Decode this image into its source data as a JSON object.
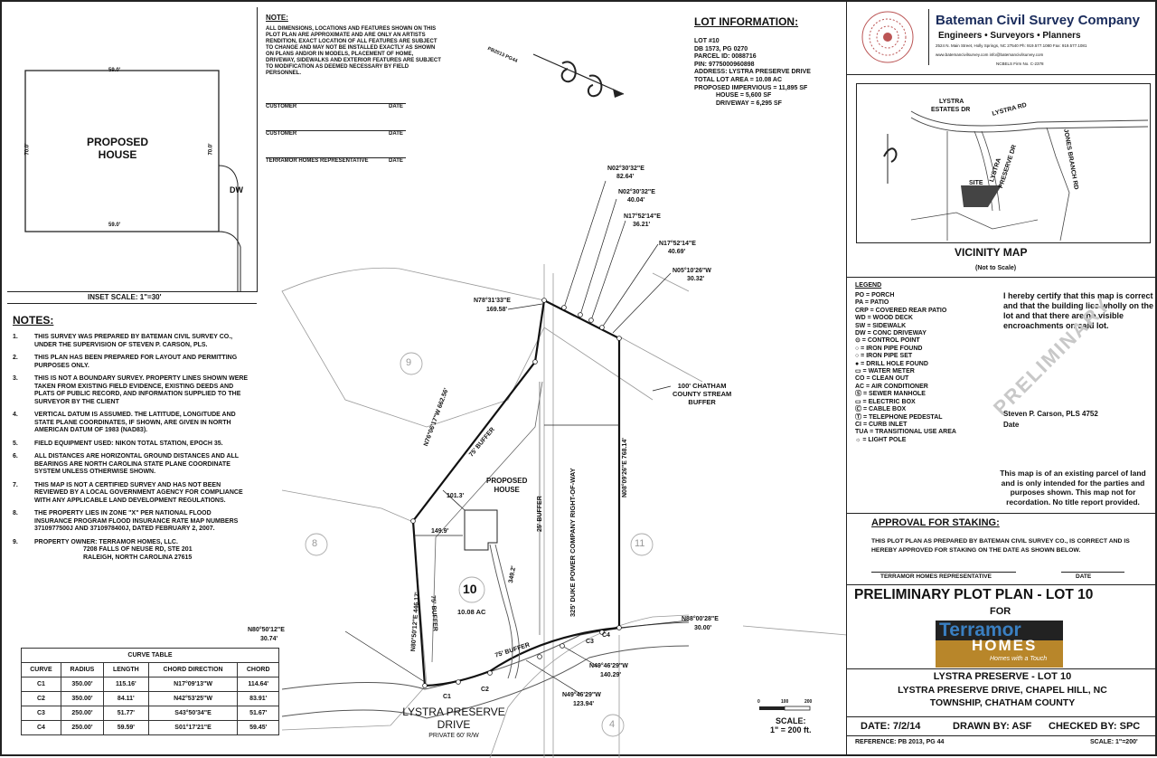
{
  "inset": {
    "house_label_1": "PROPOSED",
    "house_label_2": "HOUSE",
    "dim_top": "59.0'",
    "dim_bottom": "59.0'",
    "dim_left": "70.0'",
    "dim_right": "70.0'",
    "dw_label": "DW",
    "scale": "INSET SCALE: 1\"=30'"
  },
  "disclaimer": {
    "heading": "NOTE:",
    "text": "ALL DIMENSIONS, LOCATIONS AND FEATURES SHOWN ON THIS PLOT PLAN ARE APPROXIMATE AND ARE ONLY AN ARTISTS RENDITION, EXACT LOCATION OF ALL FEATURES ARE SUBJECT TO CHANGE AND MAY NOT BE INSTALLED EXACTLY AS SHOWN ON PLANS AND/OR IN MODELS, PLACEMENT OF HOME, DRIVEWAY, SIDEWALKS AND EXTERIOR FEATURES ARE SUBJECT TO MODIFICATION AS DEEMED NECESSARY BY FIELD PERSONNEL.",
    "sig_customer_1": "CUSTOMER",
    "sig_customer_2": "CUSTOMER",
    "sig_rep": "TERRAMOR HOMES REPRESENTATIVE",
    "sig_date": "DATE"
  },
  "lot_info": {
    "heading": "LOT INFORMATION:",
    "lines": [
      "LOT #10",
      "DB 1573, PG 0270",
      "PARCEL ID: 0088716",
      "PIN: 9775000960898",
      "ADDRESS: LYSTRA PRESERVE DRIVE",
      "TOTAL LOT AREA = 10.08 AC",
      "PROPOSED IMPERVIOUS = 11,895 SF"
    ],
    "house_line": "HOUSE = 5,600 SF",
    "driveway_line": "DRIVEWAY = 6,295 SF"
  },
  "north_label": "PB2013 PG44",
  "notes": {
    "heading": "NOTES:",
    "items": [
      {
        "num": "1.",
        "text": "THIS SURVEY WAS PREPARED BY BATEMAN CIVIL SURVEY CO., UNDER THE SUPERVISION OF STEVEN P. CARSON, PLS."
      },
      {
        "num": "2.",
        "text": "THIS PLAN HAS BEEN PREPARED FOR LAYOUT AND PERMITTING PURPOSES ONLY."
      },
      {
        "num": "3.",
        "text": "THIS IS NOT A BOUNDARY SURVEY. PROPERTY LINES SHOWN WERE TAKEN FROM EXISTING FIELD EVIDENCE, EXISTING DEEDS AND PLATS OF PUBLIC RECORD, AND INFORMATION SUPPLIED TO THE SURVEYOR BY THE CLIENT"
      },
      {
        "num": "4.",
        "text": "VERTICAL DATUM IS ASSUMED. THE LATITUDE, LONGITUDE AND STATE PLANE COORDINATES, IF SHOWN, ARE GIVEN IN NORTH AMERICAN DATUM OF 1983 (NAD83)."
      },
      {
        "num": "5.",
        "text": "FIELD EQUIPMENT USED: NIKON TOTAL STATION, EPOCH 35."
      },
      {
        "num": "6.",
        "text": "ALL DISTANCES ARE HORIZONTAL GROUND DISTANCES AND ALL BEARINGS ARE NORTH CAROLINA STATE PLANE COORDINATE SYSTEM UNLESS OTHERWISE SHOWN."
      },
      {
        "num": "7.",
        "text": "THIS MAP IS NOT A CERTIFIED SURVEY AND HAS NOT BEEN REVIEWED BY A LOCAL GOVERNMENT AGENCY FOR COMPLIANCE WITH ANY APPLICABLE LAND DEVELOPMENT REGULATIONS."
      },
      {
        "num": "8.",
        "text": "THE PROPERTY LIES IN ZONE \"X\" PER NATIONAL FLOOD INSURANCE PROGRAM FLOOD INSURANCE RATE MAP NUMBERS 3710977500J AND 3710978400J, DATED FEBRUARY 2, 2007."
      },
      {
        "num": "9.",
        "text": "PROPERTY OWNER:  TERRAMOR HOMES, LLC."
      }
    ],
    "owner_addr_1": "7208 FALLS OF NEUSE RD, STE 201",
    "owner_addr_2": "RALEIGH, NORTH CAROLINA  27615"
  },
  "curve_table": {
    "title": "CURVE TABLE",
    "headers": [
      "CURVE",
      "RADIUS",
      "LENGTH",
      "CHORD DIRECTION",
      "CHORD"
    ],
    "rows": [
      [
        "C1",
        "350.00'",
        "115.16'",
        "N17°09'13\"W",
        "114.64'"
      ],
      [
        "C2",
        "350.00'",
        "84.11'",
        "N42°53'25\"W",
        "83.91'"
      ],
      [
        "C3",
        "250.00'",
        "51.77'",
        "S43°50'34\"E",
        "51.67'"
      ],
      [
        "C4",
        "250.00'",
        "59.59'",
        "S01°17'21\"E",
        "59.45'"
      ]
    ]
  },
  "plan": {
    "bearings": {
      "b1": "N02°30'32\"E",
      "b1d": "82.64'",
      "b2": "N02°30'32\"E",
      "b2d": "40.04'",
      "b3": "N17°52'14\"E",
      "b3d": "36.21'",
      "b4": "N17°52'14\"E",
      "b4d": "40.69'",
      "b5": "N05°10'26\"W",
      "b5d": "30.32'",
      "top": "N78°31'33\"E",
      "topd": "169.58'",
      "west": "N76°06'17\"W  662.56'",
      "east": "N08°09'26\"E  768.14'",
      "sw": "N80°50'12\"E  446.17'",
      "se": "N88°00'28\"E",
      "sed": "30.00'",
      "lowleft": "N80°50'12\"E",
      "lowleftd": "30.74'",
      "s1": "N49°46'29\"W",
      "s1d": "140.29'",
      "s2": "N49°46'29\"W",
      "s2d": "123.94'"
    },
    "lots": {
      "l9": "9",
      "l8": "8",
      "l11": "11",
      "l4": "4",
      "l10": "10",
      "acres": "10.08 AC"
    },
    "house": "PROPOSED",
    "house2": "HOUSE",
    "buffers": {
      "b75a": "75' BUFFER",
      "b75b": "75' BUFFER",
      "b75c": "75' BUFFER",
      "b25": "25' BUFFER"
    },
    "dims": {
      "d101": "101.3'",
      "d149": "149.9'",
      "dwy": "349.2'"
    },
    "row": "325' DUKE POWER COMPANY RIGHT-OF-WAY",
    "stream": {
      "l1": "100' CHATHAM",
      "l2": "COUNTY STREAM",
      "l3": "BUFFER"
    },
    "curves": {
      "c1": "C1",
      "c2": "C2",
      "c3": "C3",
      "c4": "C4"
    },
    "road": {
      "l1": "LYSTRA PRESERVE",
      "l2": "DRIVE",
      "l3": "PRIVATE 60' R/W"
    }
  },
  "scale": {
    "ticks": [
      "0",
      "100",
      "200"
    ],
    "label1": "SCALE:",
    "label2": "1\" = 200 ft."
  },
  "company": {
    "name": "Bateman Civil Survey Company",
    "sub": "Engineers • Surveyors • Planners",
    "addr": "2524 N. Main Street, Holly Springs, NC 27540  Ph: 919.577.1080  Fax: 919.577.1081",
    "web": "www.batemancivilsurvey.com      info@batemancivilsurvey.com",
    "firm": "NCBELS Firm No. C-2378"
  },
  "vicinity": {
    "l_lystra": "LYSTRA",
    "l_estates": "ESTATES DR",
    "l_rd": "LYSTRA RD",
    "l_pres1": "LYSTRA",
    "l_pres2": "PRESERVE DR",
    "l_jones": "JONES BRANCH RD",
    "l_site": "SITE",
    "title": "VICINITY MAP",
    "sub": "(Not to Scale)"
  },
  "legend": {
    "heading": "LEGEND",
    "items": [
      "PO = PORCH",
      "PA = PATIO",
      "CRP = COVERED REAR PATIO",
      "WD = WOOD DECK",
      "SW = SIDEWALK",
      "DW = CONC DRIVEWAY",
      "⊙ = CONTROL POINT",
      "○ = IRON PIPE FOUND",
      "○ = IRON PIPE SET",
      "● = DRILL HOLE FOUND",
      "▭ = WATER METER",
      "CO = CLEAN OUT",
      "AC = AIR CONDITIONER",
      "Ⓢ = SEWER MANHOLE",
      "▭ = ELECTRIC BOX",
      "Ⓒ = CABLE BOX",
      "Ⓣ = TELEPHONE PEDESTAL",
      "CI = CURB INLET",
      "TUA = TRANSITIONAL USE AREA",
      "☼ = LIGHT POLE"
    ]
  },
  "certify": {
    "text": "I hereby certify that this map is correct and that the building lies wholly on the lot and that there are no visible encroachments on said lot.",
    "stamp": "PRELIMINARY",
    "name": "Steven P. Carson, PLS 4752",
    "date": "Date",
    "existing": "This map is of an existing parcel of land and is only intended for the parties and purposes shown. This map not for recordation. No title report provided."
  },
  "approval": {
    "heading": "APPROVAL FOR STAKING:",
    "text": "THIS PLOT PLAN AS PREPARED BY BATEMAN CIVIL SURVEY CO., IS CORRECT AND IS HEREBY APPROVED FOR STAKING ON THE DATE AS SHOWN BELOW.",
    "rep": "TERRAMOR HOMES REPRESENTATIVE",
    "date": "DATE"
  },
  "title_block": {
    "title": "PRELIMINARY PLOT PLAN - LOT 10",
    "for": "FOR",
    "logo1": "Terramor",
    "logo2": "HOMES",
    "logo3": "Homes with a Touch",
    "proj1": "LYSTRA PRESERVE - LOT 10",
    "proj2": "LYSTRA PRESERVE DRIVE, CHAPEL HILL, NC",
    "proj3": "TOWNSHIP, CHATHAM COUNTY",
    "date": "DATE: 7/2/14",
    "drawn": "DRAWN BY: ASF",
    "checked": "CHECKED BY: SPC",
    "reference": "REFERENCE:  PB 2013, PG 44",
    "scale": "SCALE: 1\"=200'"
  }
}
